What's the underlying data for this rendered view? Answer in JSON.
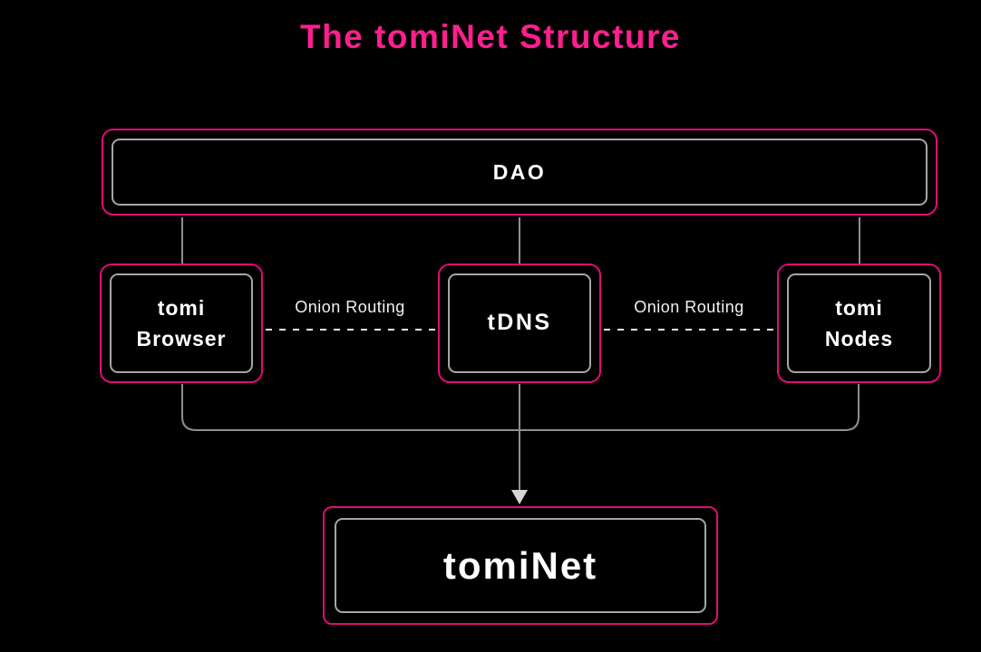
{
  "title": "The tomiNet Structure",
  "colors": {
    "background": "#000000",
    "title_pink": "#ff1f8f",
    "accent_pink": "#e00b77",
    "inner_border_gray": "#a6a6a6",
    "connector_gray": "#8f8f8f",
    "dash_gray": "#e8e8e8",
    "arrow_gray": "#d6d6d6",
    "text_white": "#ffffff",
    "label_gray": "#f2f2f2"
  },
  "nodes": {
    "dao": {
      "label": "DAO"
    },
    "browser": {
      "line1": "tomi",
      "line2": "Browser"
    },
    "tdns": {
      "label": "tDNS"
    },
    "nodes": {
      "line1": "tomi",
      "line2": "Nodes"
    },
    "tominet": {
      "label": "tomiNet"
    }
  },
  "edge_labels": {
    "onion_left": "Onion Routing",
    "onion_right": "Onion Routing"
  }
}
